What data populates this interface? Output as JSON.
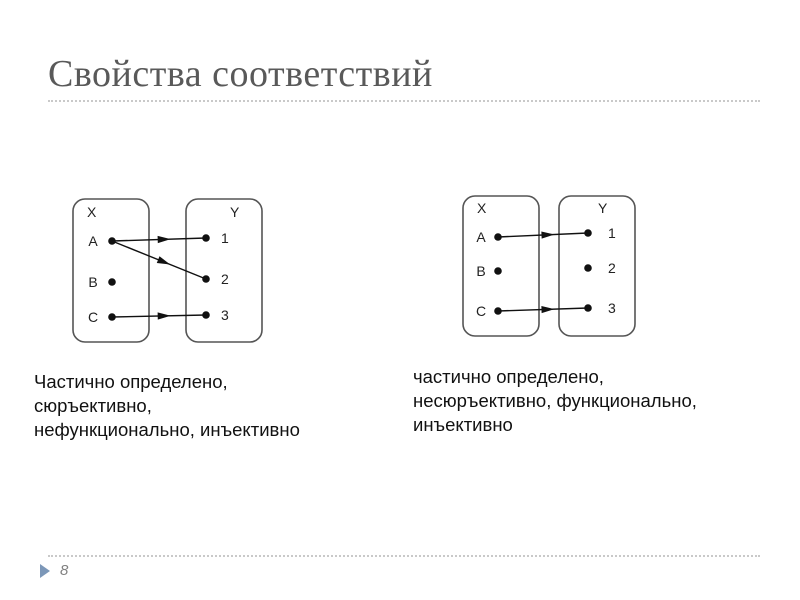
{
  "title": "Свойства соответствий",
  "page_number": "8",
  "diagrams": [
    {
      "set_x_label": "X",
      "set_y_label": "Y",
      "x_elements": [
        "A",
        "B",
        "C"
      ],
      "y_elements": [
        "1",
        "2",
        "3"
      ],
      "mappings": [
        [
          "A",
          "1"
        ],
        [
          "A",
          "2"
        ],
        [
          "C",
          "3"
        ]
      ],
      "caption_lines": [
        "Частично определено,",
        "сюръективно,",
        "нефункционально, инъективно"
      ]
    },
    {
      "set_x_label": "X",
      "set_y_label": "Y",
      "x_elements": [
        "A",
        "B",
        "C"
      ],
      "y_elements": [
        "1",
        "2",
        "3"
      ],
      "mappings": [
        [
          "A",
          "1"
        ],
        [
          "C",
          "3"
        ]
      ],
      "caption_lines": [
        "частично определено,",
        "несюръективно, функционально,",
        "инъективно"
      ]
    }
  ],
  "colors": {
    "title": "#595959",
    "marker": "#7c97b8"
  }
}
